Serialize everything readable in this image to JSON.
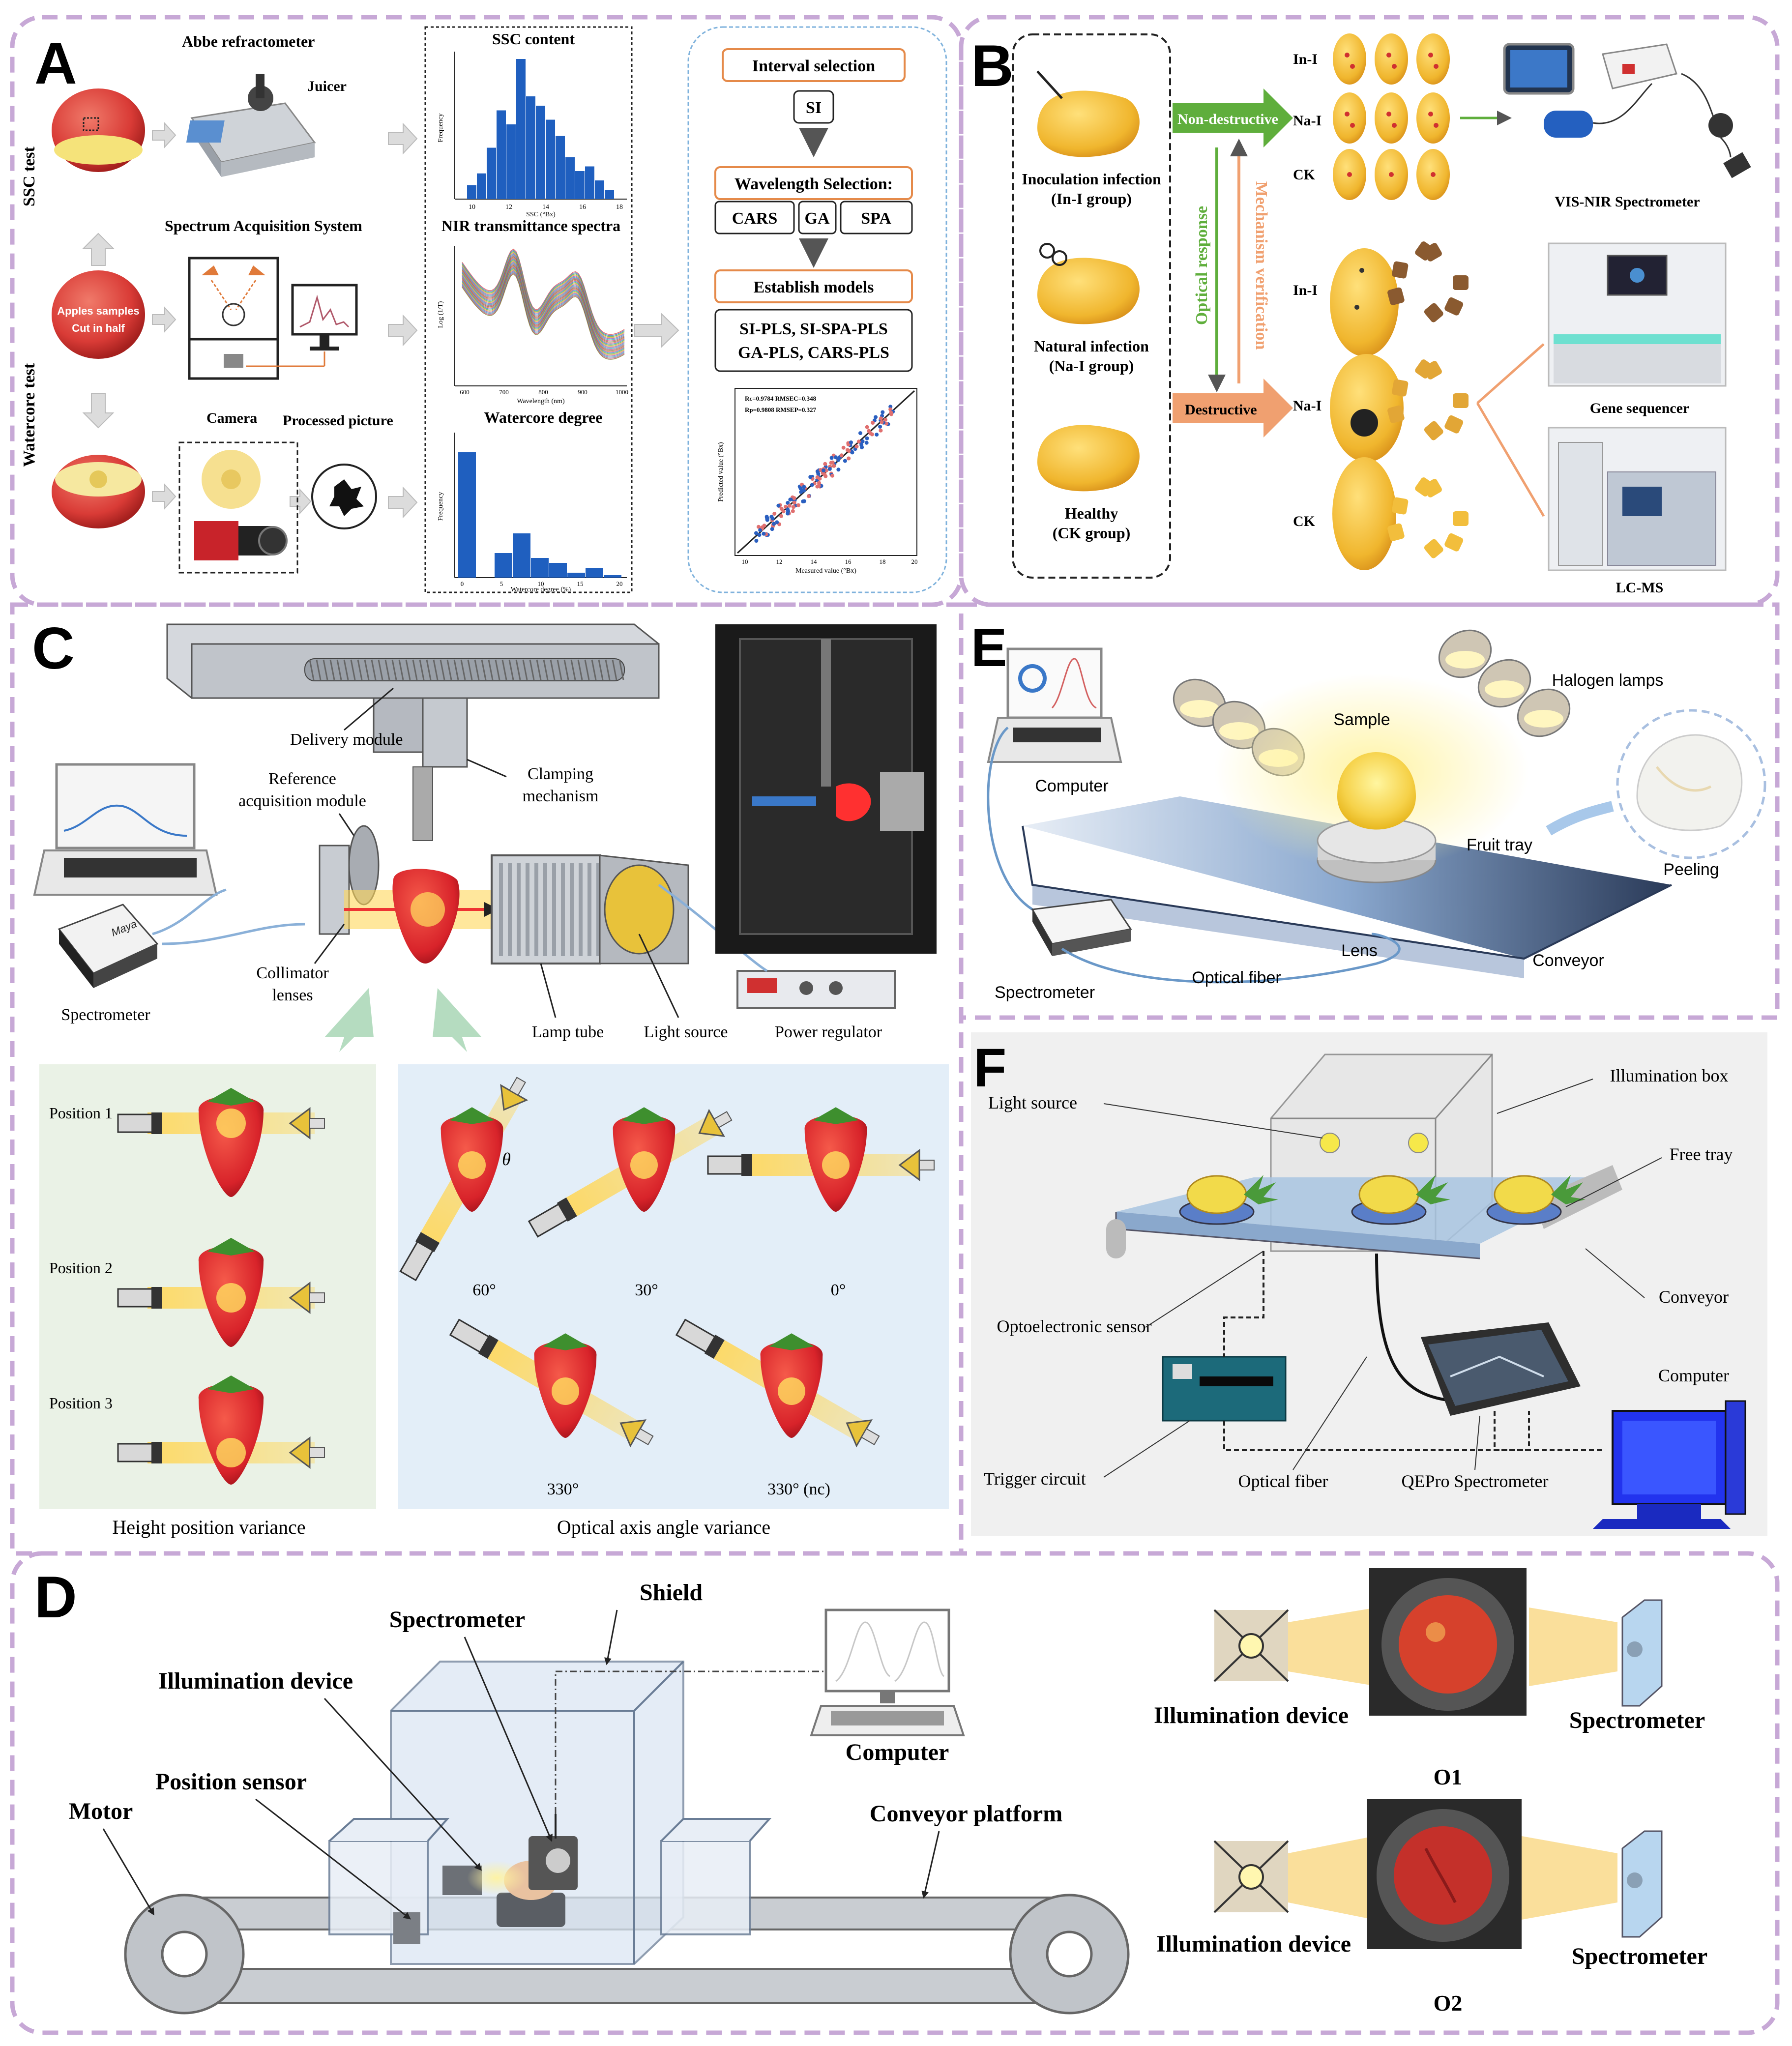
{
  "colors": {
    "frame": "#c7a8d6",
    "apple": "#d93b36",
    "mango": "#f0b62e",
    "strawberry": "#d8232a",
    "green_arrow": "#5fae3c",
    "orange_arrow": "#f0a070",
    "histogram": "#1f5fbf",
    "yellow_light": "#f6d24a",
    "panel_blue": "#e3eef8",
    "panel_green": "#eaf2e6"
  },
  "panel_A": {
    "letter": "A",
    "abbe": "Abbe refractometer",
    "juicer": "Juicer",
    "spectrum_system": "Spectrum Acquisition System",
    "camera": "Camera",
    "processed": "Processed picture",
    "ssc_test": "SSC test",
    "watercore_test": "Watercore test",
    "apple_label_1": "Apples samples",
    "apple_label_2": "Cut in half",
    "ssc_title": "SSC content",
    "ssc_ylabel": "Frequency",
    "ssc_xlabel": "SSC (°Bx)",
    "ssc_ticks": [
      "10",
      "12",
      "14",
      "16",
      "18"
    ],
    "nir_title": "NIR  transmittance spectra",
    "nir_ylabel": "Log (1/T)",
    "nir_xlabel": "Wavelength (nm)",
    "nir_ticks": [
      "600",
      "700",
      "800",
      "900",
      "1000"
    ],
    "wc_title": "Watercore degree",
    "wc_ylabel": "Frequency",
    "wc_xlabel": "Watercore degree (%)",
    "wc_ticks": [
      "0",
      "5",
      "10",
      "15",
      "20"
    ],
    "interval_selection": "Interval selection",
    "si": "SI",
    "wavelength_selection": "Wavelength Selection:",
    "cars": "CARS",
    "ga": "GA",
    "spa": "SPA",
    "establish": "Establish models",
    "models_1": "SI-PLS, SI-SPA-PLS",
    "models_2": "GA-PLS, CARS-PLS",
    "scatter_legend_1": "Rc=0.9784  RMSEC=0.348",
    "scatter_legend_2": "Rp=0.9808  RMSEP=0.327",
    "scatter_ylabel": "Predicted value (°Bx)",
    "scatter_xlabel": "Measured value (°Bx)",
    "scatter_ticks": [
      "10",
      "12",
      "14",
      "16",
      "18",
      "20"
    ]
  },
  "panel_B": {
    "letter": "B",
    "inoculation": "Inoculation infection",
    "inoculation_group": "(In-I group)",
    "natural": "Natural infection",
    "natural_group": "(Na-I group)",
    "healthy": "Healthy",
    "healthy_group": "(CK group)",
    "non_destructive": "Non-destructive",
    "destructive": "Destructive",
    "optical_response": "Optical response",
    "mechanism": "Mechanism verification",
    "in_i": "In-I",
    "na_i": "Na-I",
    "ck": "CK",
    "vis_nir": "VIS-NIR Spectrometer",
    "gene_sequencer": "Gene sequencer",
    "lc_ms": "LC-MS"
  },
  "panel_C": {
    "letter": "C",
    "delivery": "Delivery module",
    "reference_1": "Reference",
    "reference_2": "acquisition module",
    "clamping_1": "Clamping",
    "clamping_2": "mechanism",
    "collimator_1": "Collimator",
    "collimator_2": "lenses",
    "spectrometer": "Spectrometer",
    "lamp_tube": "Lamp tube",
    "light_source": "Light source",
    "power_regulator": "Power regulator",
    "position_1": "Position 1",
    "position_2": "Position 2",
    "position_3": "Position 3",
    "height_variance": "Height position variance",
    "angle_variance": "Optical axis angle variance",
    "angle_60": "60°",
    "angle_30": "30°",
    "angle_0": "0°",
    "angle_330": "330°",
    "angle_330nc": "330° (nc)",
    "theta": "θ"
  },
  "panel_D": {
    "letter": "D",
    "shield": "Shield",
    "spectrometer": "Spectrometer",
    "illumination": "Illumination device",
    "position_sensor": "Position sensor",
    "motor": "Motor",
    "computer": "Computer",
    "conveyor": "Conveyor platform",
    "illumination_o1": "Illumination device",
    "spectrometer_o1": "Spectrometer",
    "o1": "O1",
    "illumination_o2": "Illumination device",
    "spectrometer_o2": "Spectrometer",
    "o2": "O2"
  },
  "panel_E": {
    "letter": "E",
    "computer": "Computer",
    "sample": "Sample",
    "halogen": "Halogen lamps",
    "fruit_tray": "Fruit tray",
    "peeling": "Peeling",
    "lens": "Lens",
    "conveyor": "Conveyor",
    "optical_fiber": "Optical fiber",
    "spectrometer": "Spectrometer"
  },
  "panel_F": {
    "letter": "F",
    "light_source": "Light source",
    "illumination_box": "Illumination  box",
    "free_tray": "Free tray",
    "conveyor": "Conveyor",
    "opto_sensor": "Optoelectronic sensor",
    "computer": "Computer",
    "trigger": "Trigger circuit",
    "optical_fiber": "Optical fiber",
    "qepro": "QEPro Spectrometer"
  }
}
